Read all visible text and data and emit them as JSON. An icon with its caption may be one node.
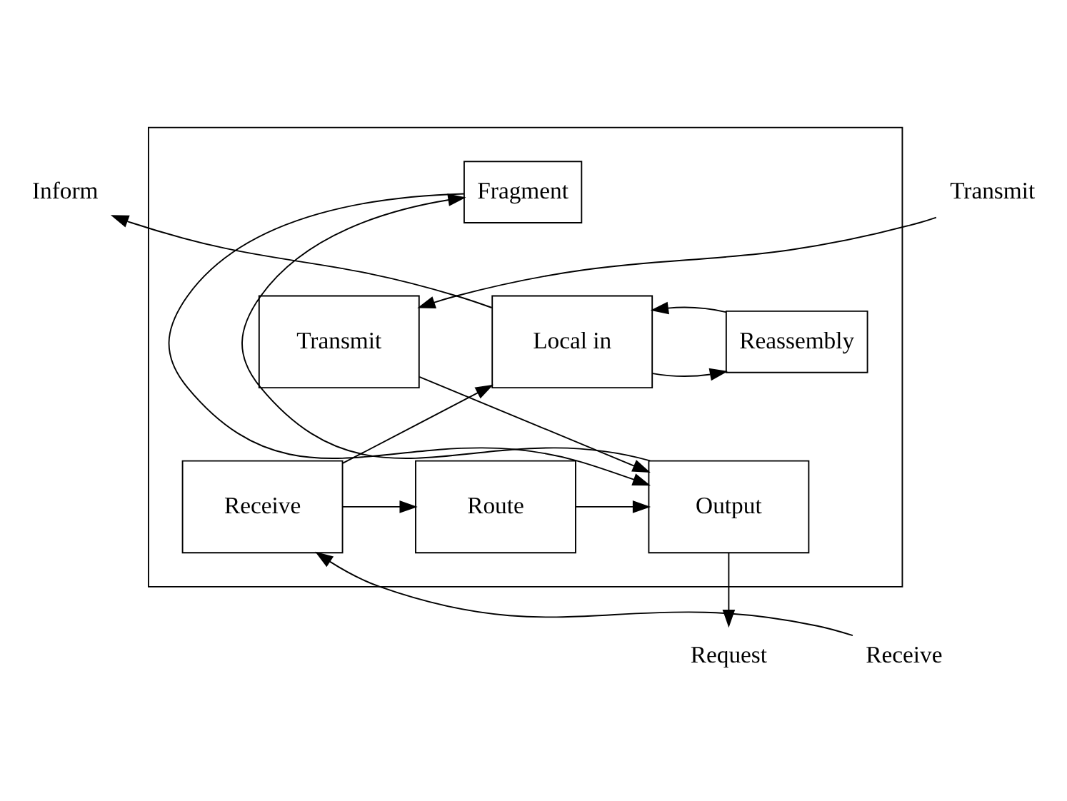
{
  "diagram": {
    "nodes": [
      {
        "text": [
          "Inform"
        ]
      },
      {
        "text": [
          "Transmit"
        ]
      },
      {
        "text": [],
        "shape": "box"
      },
      {
        "text": [
          "Local in"
        ],
        "in": 2
      },
      {
        "text": [
          "Reassembly"
        ],
        "in": 2
      },
      {
        "text": [
          "Transmit"
        ],
        "in": 2
      },
      {
        "text": [
          "Fragment"
        ],
        "in": 2
      },
      {
        "text": [
          "Receive"
        ],
        "in": 2
      },
      {
        "text": [
          "Route"
        ],
        "in": 2
      },
      {
        "text": [
          "Output"
        ],
        "in": 2
      },
      {
        "text": [
          "Receive"
        ]
      },
      {
        "text": [
          "Request"
        ]
      }
    ],
    "edges": [
      {
        "from": 3,
        "to": 0,
        "arrow": "to"
      },
      {
        "from": 1,
        "to": 5,
        "arrow": "to"
      },
      {
        "from": 3,
        "to": 4,
        "arrow": "to"
      },
      {
        "from": 4,
        "to": 3,
        "arrow": "to"
      },
      {
        "from": 5,
        "to": 9,
        "arrow": "to"
      },
      {
        "from": 6,
        "to": 9,
        "arrow": "to"
      },
      {
        "from": 9,
        "to": 6,
        "arrow": "to"
      },
      {
        "from": 7,
        "to": 3,
        "arrow": "to"
      },
      {
        "from": 7,
        "to": 8,
        "arrow": "to"
      },
      {
        "from": 8,
        "to": 9,
        "arrow": "to"
      },
      {
        "from": 10,
        "to": 7,
        "arrow": "to"
      },
      {
        "from": 9,
        "to": 11,
        "arrow": "to"
      }
    ]
  }
}
